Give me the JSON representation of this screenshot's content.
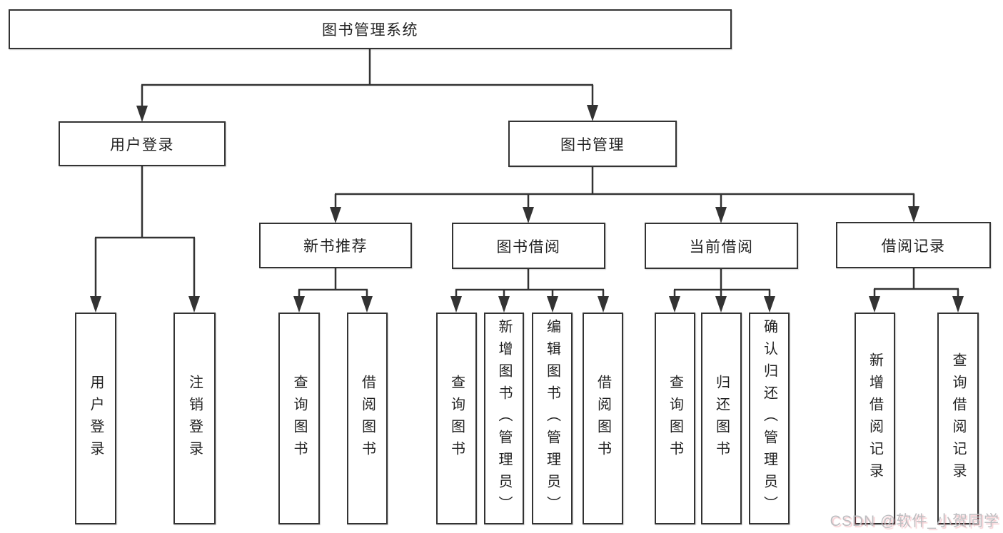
{
  "diagram": {
    "type": "hierarchy-tree",
    "root": {
      "label": "图书管理系统"
    },
    "level2": [
      {
        "id": "user-login",
        "label": "用户登录",
        "parent": "图书管理系统"
      },
      {
        "id": "book-management",
        "label": "图书管理",
        "parent": "图书管理系统"
      }
    ],
    "level3": [
      {
        "id": "new-book-recommend",
        "label": "新书推荐",
        "parent": "图书管理"
      },
      {
        "id": "book-borrowing",
        "label": "图书借阅",
        "parent": "图书管理"
      },
      {
        "id": "current-borrowing",
        "label": "当前借阅",
        "parent": "图书管理"
      },
      {
        "id": "borrow-records",
        "label": "借阅记录",
        "parent": "图书管理"
      }
    ],
    "leaves": [
      {
        "label": "用户登录",
        "parent": "用户登录"
      },
      {
        "label": "注销登录",
        "parent": "用户登录"
      },
      {
        "label": "查询图书",
        "parent": "新书推荐"
      },
      {
        "label": "借阅图书",
        "parent": "新书推荐"
      },
      {
        "label": "查询图书",
        "parent": "图书借阅"
      },
      {
        "label": "新增图书（管理员）",
        "parent": "图书借阅"
      },
      {
        "label": "编辑图书（管理员）",
        "parent": "图书借阅"
      },
      {
        "label": "借阅图书",
        "parent": "图书借阅"
      },
      {
        "label": "查询图书",
        "parent": "当前借阅"
      },
      {
        "label": "归还图书",
        "parent": "当前借阅"
      },
      {
        "label": "确认归还（管理员）",
        "parent": "当前借阅"
      },
      {
        "label": "新增借阅记录",
        "parent": "借阅记录"
      },
      {
        "label": "查询借阅记录",
        "parent": "借阅记录"
      }
    ],
    "colors": {
      "line": "#333333",
      "box_border": "#333333",
      "text": "#222222",
      "background": "#ffffff",
      "watermark_text": "#bdbec1",
      "watermark_shadow": "#e2505c"
    }
  },
  "watermark": "CSDN @软件_小贺同学"
}
